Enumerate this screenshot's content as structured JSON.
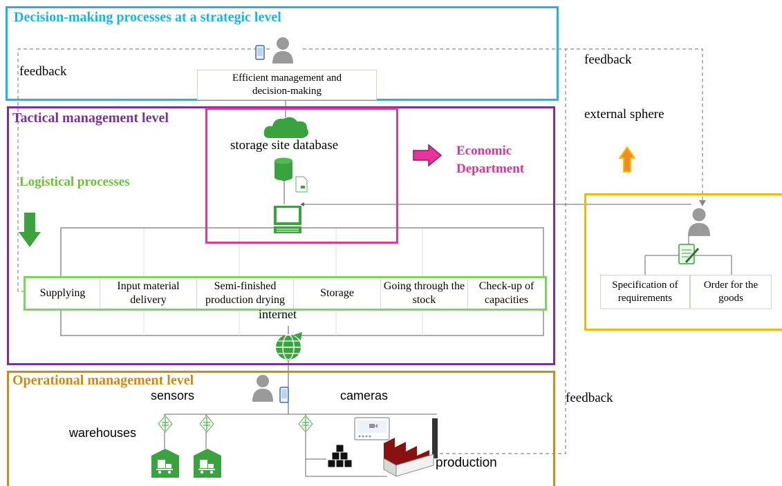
{
  "levels": {
    "strategic": {
      "title": "Decision-making processes at a strategic level",
      "color": "#19b4ea"
    },
    "tactical": {
      "title": "Tactical management level",
      "color": "#7a2f9a"
    },
    "operational": {
      "title": "Operational management level",
      "color": "#cc8a16"
    }
  },
  "strategic": {
    "decision_box": "Efficient management and decision-making"
  },
  "tactical": {
    "database_label": "storage site database",
    "economic_department": "Economic Department",
    "economic_color": "#e13393",
    "logistical_label": "Logistical processes",
    "logistical_color": "#6cbf3e",
    "internet_label": "internet",
    "processes": [
      "Supplying",
      "Input material delivery",
      "Semi-finished production drying",
      "Storage",
      "Going through the stock",
      "Check-up of capacities"
    ]
  },
  "external": {
    "label": "external sphere",
    "color": "#f5b800",
    "boxes": [
      "Specification of requirements",
      "Order for the goods"
    ]
  },
  "feedback_labels": [
    "feedback",
    "feedback",
    "feedback"
  ],
  "operational": {
    "sensors": "sensors",
    "cameras": "cameras",
    "warehouses": "warehouses",
    "production": "production"
  },
  "icons": {
    "cloud": "cloud-icon",
    "database": "database-icon",
    "document": "document-icon",
    "computer": "computer-icon",
    "globe": "globe-icon",
    "person": "person-icon",
    "tablet": "tablet-icon",
    "sensor": "sensor-icon",
    "camera": "camera-icon",
    "forklift": "forklift-icon",
    "boxes": "boxes-icon",
    "factory": "factory-icon",
    "clipboard": "clipboard-icon"
  }
}
